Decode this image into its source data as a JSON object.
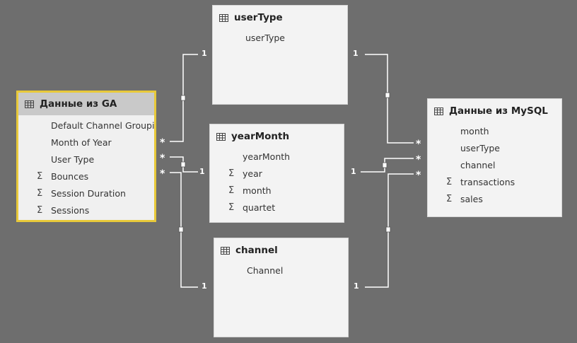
{
  "tables": {
    "ga": {
      "title": "Данные из GA",
      "fields": [
        {
          "label": "Default Channel Groupi",
          "measure": false
        },
        {
          "label": "Month of Year",
          "measure": false
        },
        {
          "label": "User Type",
          "measure": false
        },
        {
          "label": "Bounces",
          "measure": true
        },
        {
          "label": "Session Duration",
          "measure": true
        },
        {
          "label": "Sessions",
          "measure": true
        }
      ]
    },
    "usertype": {
      "title": "userType",
      "fields": [
        {
          "label": "userType",
          "measure": false
        }
      ]
    },
    "yearmonth": {
      "title": "yearMonth",
      "fields": [
        {
          "label": "yearMonth",
          "measure": false
        },
        {
          "label": "year",
          "measure": true
        },
        {
          "label": "month",
          "measure": true
        },
        {
          "label": "quartet",
          "measure": true
        }
      ]
    },
    "channel": {
      "title": "channel",
      "fields": [
        {
          "label": "Channel",
          "measure": false
        }
      ]
    },
    "mysql": {
      "title": "Данные из MySQL",
      "fields": [
        {
          "label": "month",
          "measure": false
        },
        {
          "label": "userType",
          "measure": false
        },
        {
          "label": "channel",
          "measure": false
        },
        {
          "label": "transactions",
          "measure": true
        },
        {
          "label": "sales",
          "measure": true
        }
      ]
    }
  },
  "cardinality": {
    "one": "1",
    "many": "*"
  },
  "icons": {
    "table": "table-icon",
    "measure": "sigma-icon"
  },
  "colors": {
    "selected_border": "#e8c93a",
    "canvas": "#6e6e6e",
    "link": "#ffffff"
  }
}
